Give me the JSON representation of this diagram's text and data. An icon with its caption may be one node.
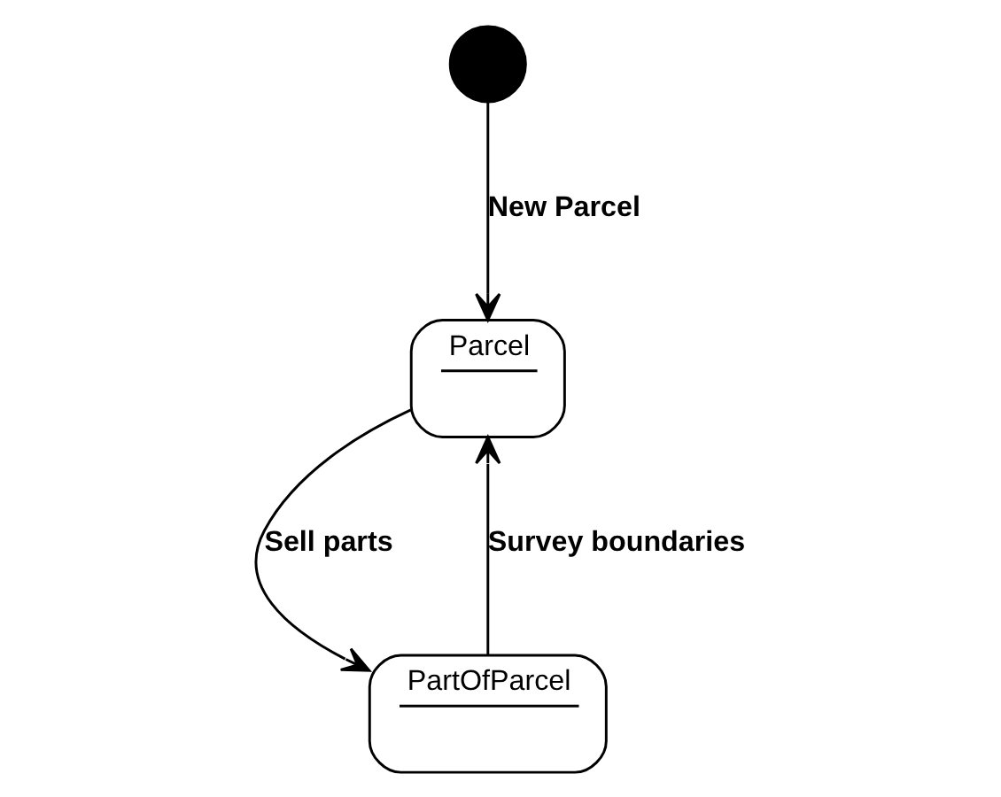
{
  "diagram": {
    "nodes": [
      {
        "text": [],
        "shape": "circle"
      },
      {
        "text": [
          "Parcel"
        ]
      },
      {
        "text": [
          "PartOfParcel"
        ]
      }
    ],
    "edges": [
      {
        "from": 0,
        "to": 1,
        "arrow": "to",
        "label": "New Parcel"
      },
      {
        "from": 1,
        "to": 2,
        "arrow": "to",
        "label": "Sell parts"
      },
      {
        "from": 2,
        "to": 1,
        "arrow": "to",
        "label": "Survey boundaries"
      }
    ]
  }
}
